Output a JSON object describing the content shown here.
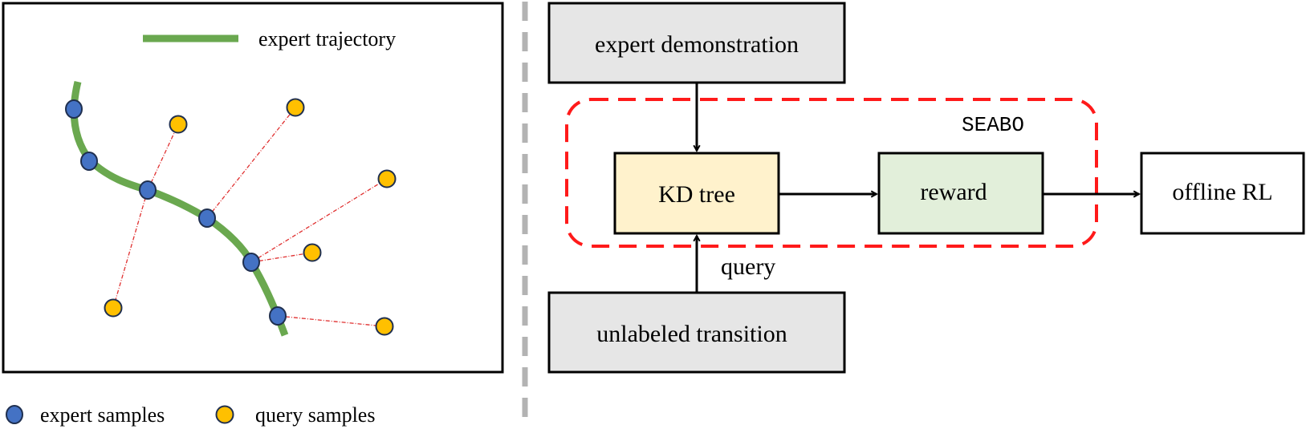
{
  "left_panel": {
    "legend_trajectory_label": "expert trajectory",
    "legend_expert_label": "expert samples",
    "legend_query_label": "query samples",
    "colors": {
      "trajectory": "#6aa84f",
      "expert_sample": "#4472c4",
      "query_sample": "#ffc000",
      "link": "#e03030",
      "outline": "#1f2f4f"
    }
  },
  "flow": {
    "expert_demo": "expert demonstration",
    "unlabeled": "unlabeled transition",
    "kd_tree": "KD tree",
    "reward": "reward",
    "offline_rl": "offline RL",
    "method": "SEABO",
    "query_label": "query",
    "colors": {
      "input_box": "#e6e6e6",
      "kd_tree_box": "#fff2cc",
      "reward_box": "#e2efda",
      "method_border": "#ff1a1a",
      "divider": "#b3b3b3"
    }
  }
}
